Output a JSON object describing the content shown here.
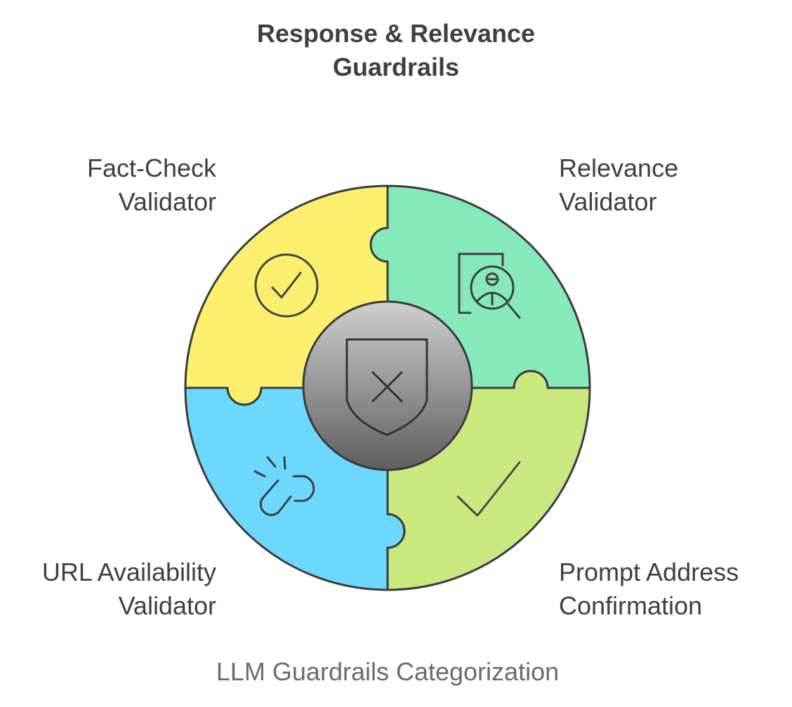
{
  "header": {
    "title_line1": "Response & Relevance",
    "title_line2": "Guardrails"
  },
  "quadrants": {
    "fact_check": {
      "line1": "Fact-Check",
      "line2": "Validator",
      "color": "#fdef6e",
      "icon": "check-circle-icon"
    },
    "relevance": {
      "line1": "Relevance",
      "line2": "Validator",
      "color": "#86e9b9",
      "icon": "document-search-icon"
    },
    "url": {
      "line1": "URL Availability",
      "line2": "Validator",
      "color": "#6cd8fe",
      "icon": "broken-link-icon"
    },
    "prompt": {
      "line1": "Prompt Address",
      "line2": "Confirmation",
      "color": "#c9e87e",
      "icon": "checkmark-icon"
    }
  },
  "center": {
    "icon": "shield-x-icon"
  },
  "footer": {
    "caption": "LLM Guardrails Categorization"
  }
}
